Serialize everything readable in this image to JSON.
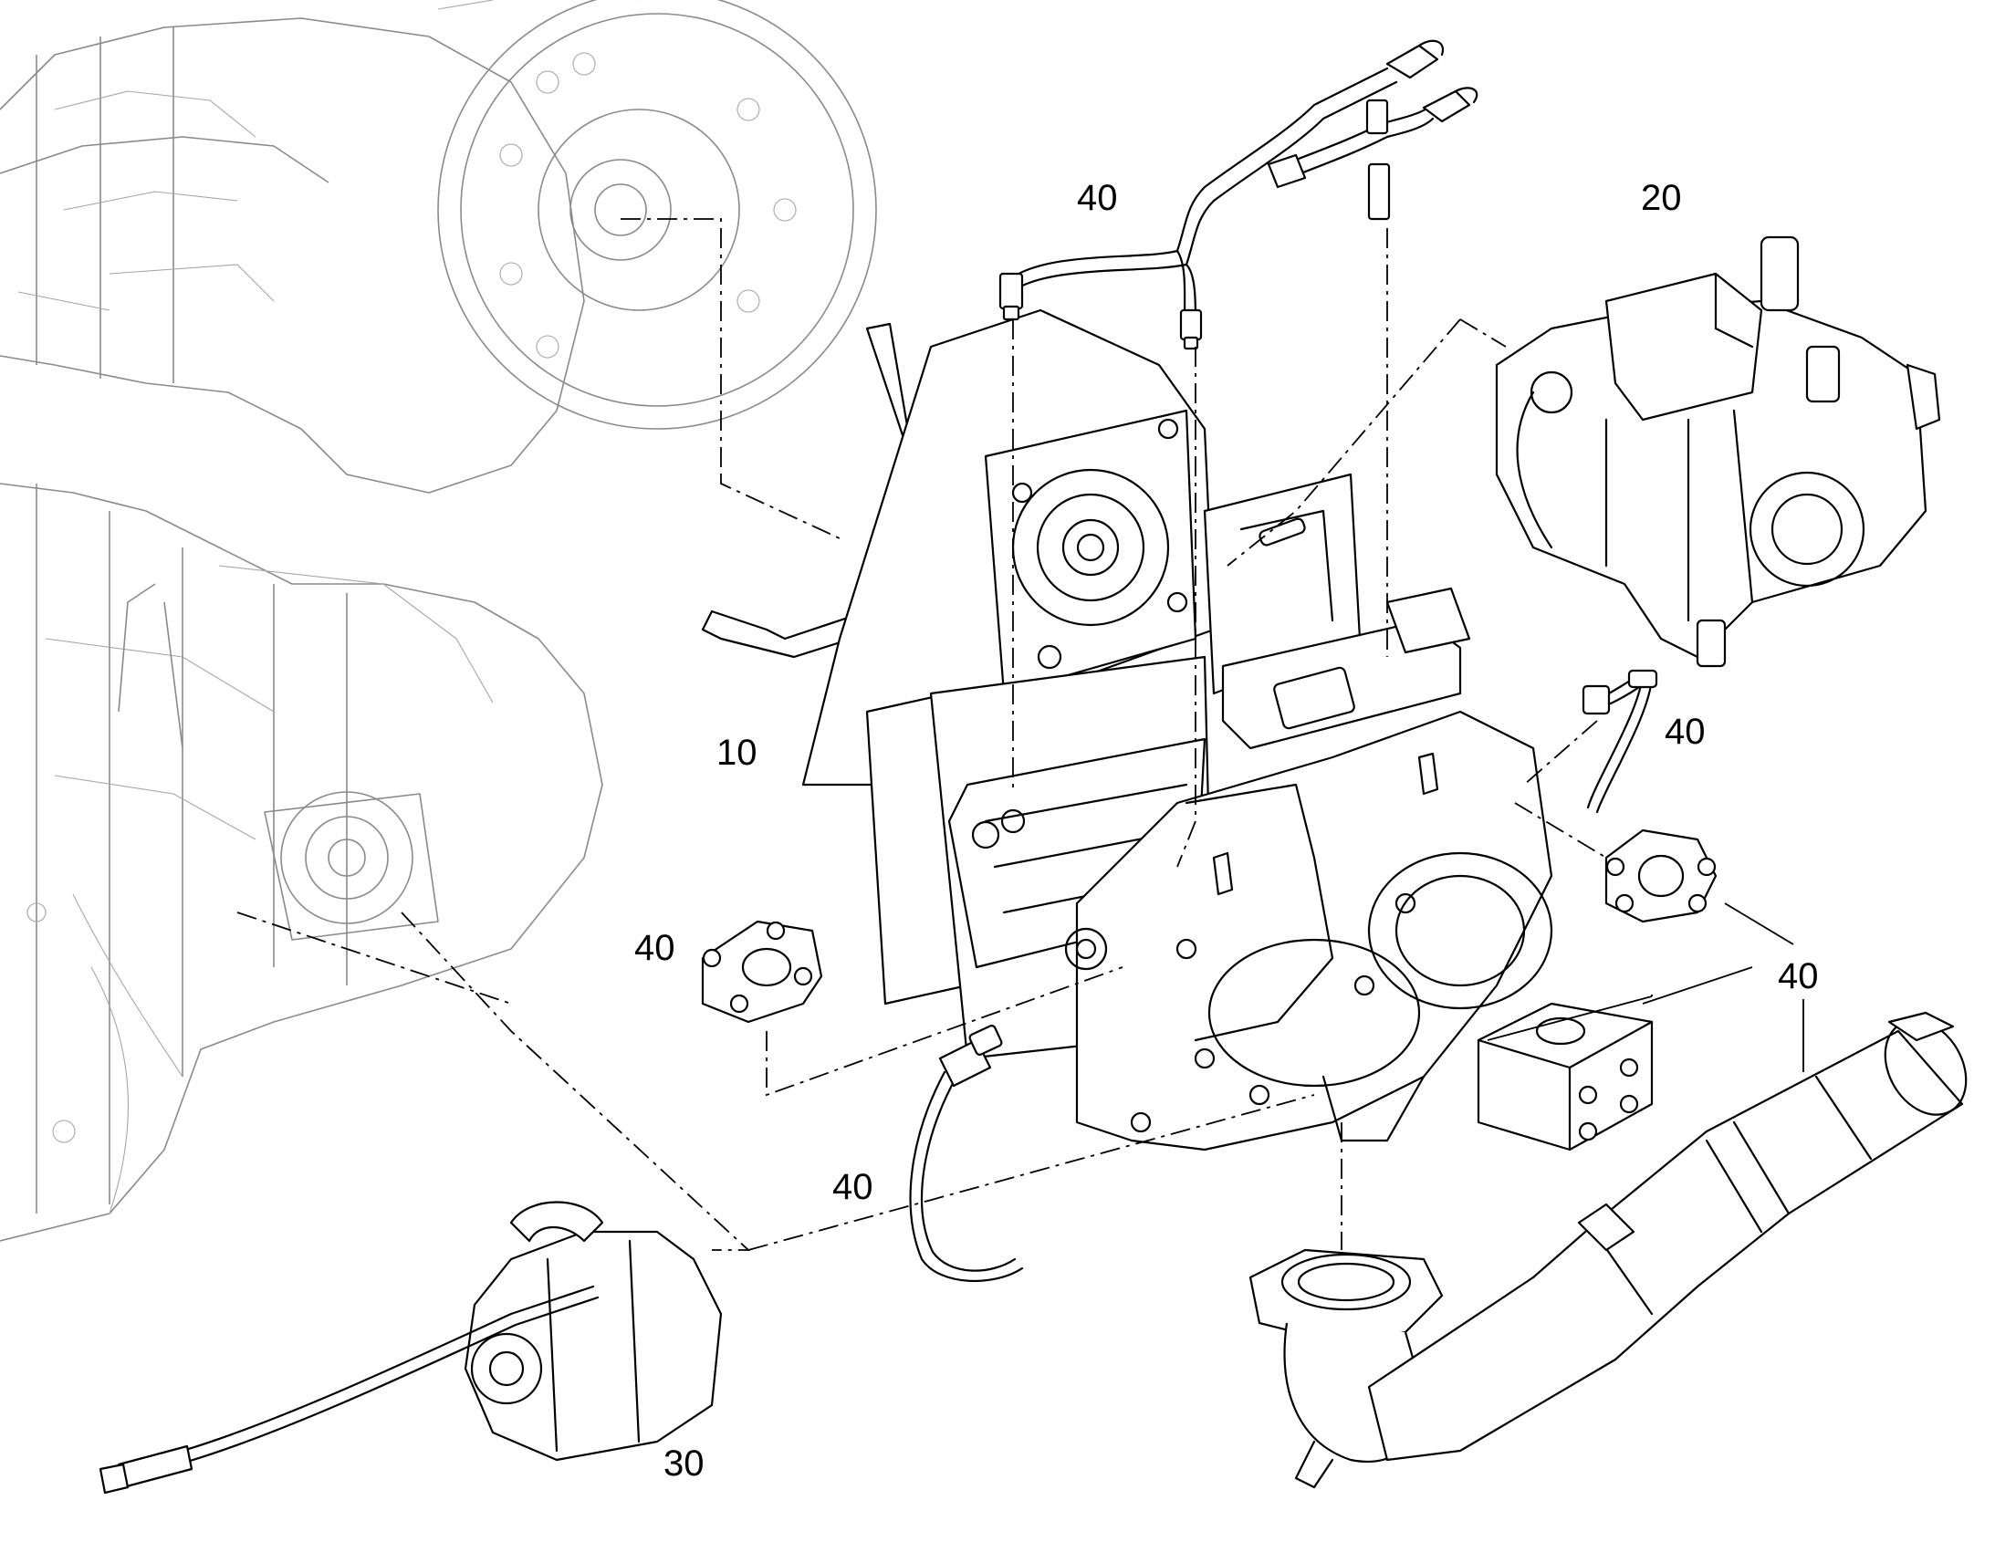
{
  "callouts": [
    {
      "id": "c40a",
      "label": "40"
    },
    {
      "id": "c20",
      "label": "20"
    },
    {
      "id": "c10",
      "label": "10"
    },
    {
      "id": "c40b",
      "label": "40"
    },
    {
      "id": "c40c",
      "label": "40"
    },
    {
      "id": "c40d",
      "label": "40"
    },
    {
      "id": "c40e",
      "label": "40"
    },
    {
      "id": "c30",
      "label": "30"
    }
  ]
}
